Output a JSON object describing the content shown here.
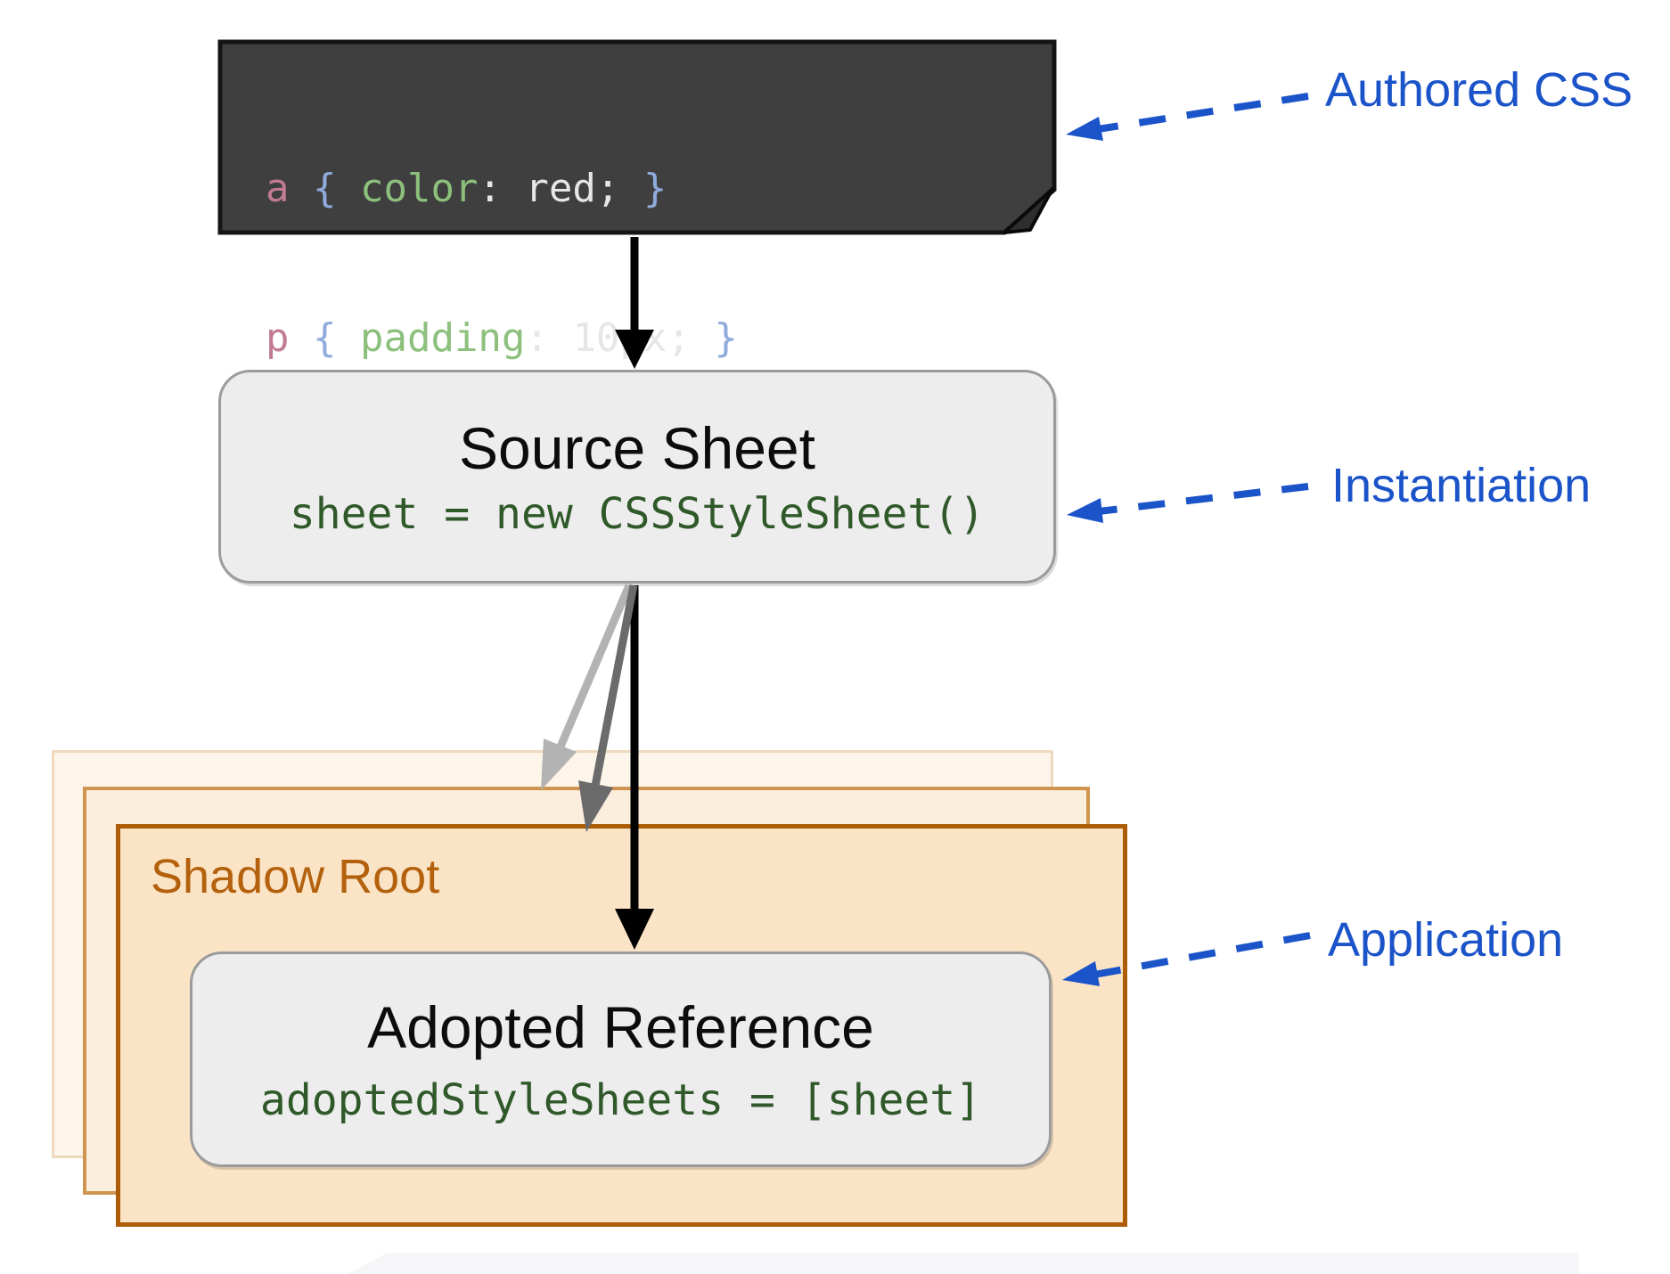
{
  "authored_css": {
    "lines": [
      {
        "selector": "a",
        "open": " { ",
        "property": "color",
        "value": ": red; ",
        "close": "}"
      },
      {
        "selector": "p",
        "open": " { ",
        "property": "padding",
        "value": ": 10px; ",
        "close": "}"
      }
    ]
  },
  "source_sheet": {
    "title": "Source Sheet",
    "code": "sheet = new CSSStyleSheet()"
  },
  "shadow_root": {
    "title": "Shadow Root",
    "adopted": {
      "title": "Adopted Reference",
      "code": "adoptedStyleSheets = [sheet]"
    }
  },
  "annotations": {
    "authored": {
      "label": "Authored CSS"
    },
    "instantiation": {
      "label": "Instantiation"
    },
    "application": {
      "label": "Application"
    }
  },
  "colors": {
    "annotation_blue": "#1b53c9",
    "code_box_background": "#3f3f3f",
    "syntax_selector_pink": "#c17b93",
    "syntax_brace_blue": "#8fabdc",
    "syntax_property_green": "#8cc07c",
    "syntax_plain": "#e6e6e4",
    "box_fill_gray": "#ededed",
    "box_border_gray": "#9b9b9b",
    "code_green": "#30592a",
    "shadow_root_text_orange": "#b4610e",
    "card_front_border": "#ad5c06",
    "card_front_fill": "#fbe4c5",
    "card_middle_border": "#cf9450",
    "card_back_border": "#eed9bf",
    "arrow_black": "#000000",
    "arrow_gray_light": "#b3b3b3",
    "arrow_gray_dark": "#6b6b6b"
  }
}
